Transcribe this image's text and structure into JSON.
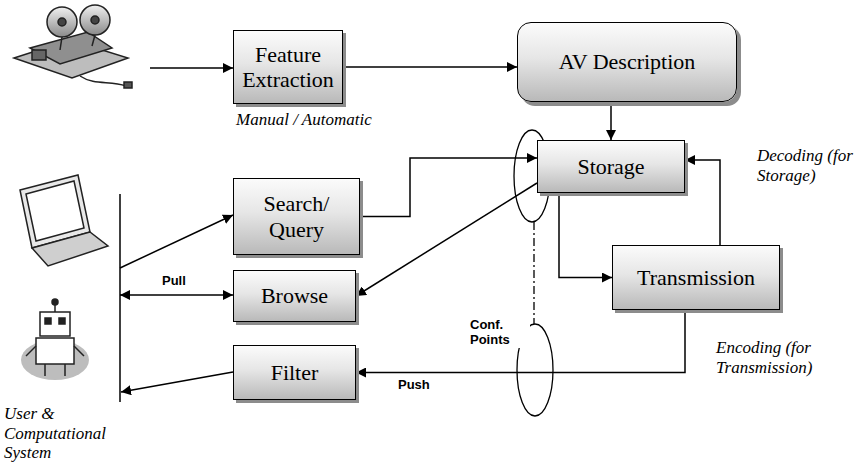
{
  "diagram": {
    "nodes": [
      {
        "text": [
          "Feature Extraction"
        ]
      },
      {
        "text": [
          "AV Description"
        ]
      },
      {
        "text": [
          "Storage"
        ]
      },
      {
        "text": [
          "Search/ Query"
        ]
      },
      {
        "text": [
          "Browse"
        ]
      },
      {
        "text": [
          "Transmission"
        ]
      },
      {
        "text": [
          "Filter"
        ]
      }
    ],
    "edges": [
      {
        "from": 0,
        "to": 1,
        "arrow": "to"
      },
      {
        "from": 1,
        "to": 2,
        "arrow": "to"
      },
      {
        "from": 3,
        "to": 2,
        "arrow": "to"
      },
      {
        "from": 2,
        "to": 4,
        "arrow": "to"
      },
      {
        "from": 2,
        "to": 5,
        "arrow": "to"
      },
      {
        "from": 5,
        "to": 2,
        "arrow": "to"
      },
      {
        "from": 5,
        "to": 6,
        "arrow": "to"
      }
    ],
    "labels": [
      "Manual / Automatic",
      "Decoding (for Storage)",
      "Encoding (for Transmission)",
      "Pull",
      "Push",
      "Conf. Points",
      "User & Computational System"
    ]
  }
}
